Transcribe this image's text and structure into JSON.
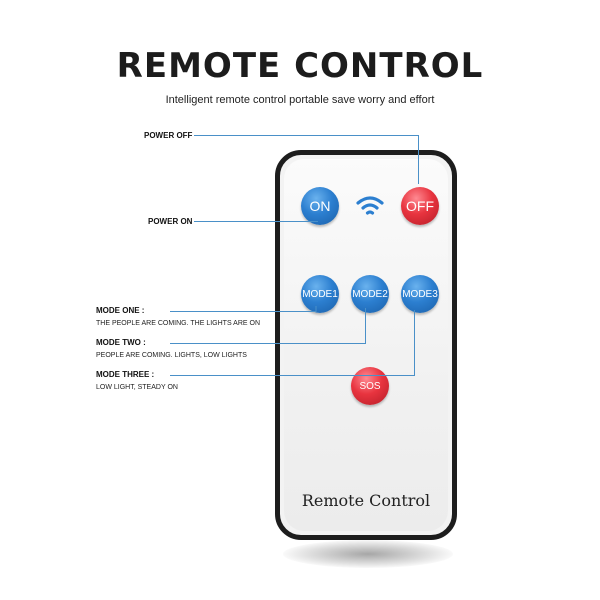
{
  "header": {
    "title": "REMOTE CONTROL",
    "subtitle": "Intelligent remote control portable save worry and effort"
  },
  "labels": {
    "power_off": "POWER OFF",
    "power_on": "POWER ON",
    "mode_one": "MODE ONE :",
    "mode_one_desc": "THE PEOPLE ARE COMING. THE LIGHTS ARE ON",
    "mode_two": "MODE TWO :",
    "mode_two_desc": "PEOPLE ARE COMING. LIGHTS, LOW LIGHTS",
    "mode_three": "MODE THREE :",
    "mode_three_desc": "LOW LIGHT, STEADY ON"
  },
  "remote": {
    "on_label": "ON",
    "off_label": "OFF",
    "mode1_label": "MODE1",
    "mode2_label": "MODE2",
    "mode3_label": "MODE3",
    "sos_label": "SOS",
    "brand_text": "Remote Control",
    "signal_icon": "wifi-signal-icon"
  },
  "colors": {
    "line": "#4a90c8",
    "button_blue": "#2c7fd0",
    "button_red": "#e8343f",
    "remote_frame": "#1d1d1d"
  }
}
